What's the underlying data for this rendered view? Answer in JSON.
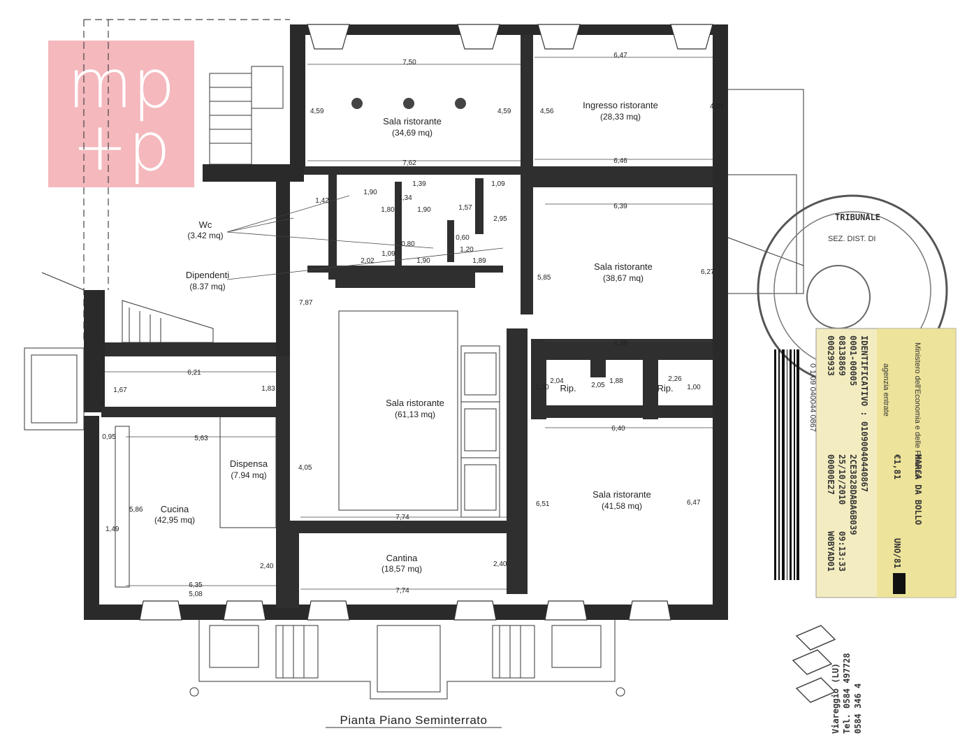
{
  "caption": "Pianta Piano Seminterrato",
  "logo": {
    "line1": "mp",
    "line2": "+p",
    "color": "#f4b8bd"
  },
  "rooms": [
    {
      "id": "sala-ristorante-1",
      "label": "Sala ristorante",
      "area": "(34,69 mq)"
    },
    {
      "id": "ingresso-ristorante",
      "label": "Ingresso ristorante",
      "area": "(28,33 mq)"
    },
    {
      "id": "wc",
      "label": "Wc",
      "area": "(3.42 mq)"
    },
    {
      "id": "dipendenti",
      "label": "Dipendenti",
      "area": "(8.37 mq)"
    },
    {
      "id": "sala-ristorante-2",
      "label": "Sala ristorante",
      "area": "(38,67 mq)"
    },
    {
      "id": "sala-ristorante-3",
      "label": "Sala ristorante",
      "area": "(61,13 mq)"
    },
    {
      "id": "dispensa",
      "label": "Dispensa",
      "area": "(7.94 mq)"
    },
    {
      "id": "cucina",
      "label": "Cucina",
      "area": "(42,95 mq)"
    },
    {
      "id": "sala-ristorante-4",
      "label": "Sala ristorante",
      "area": "(41,58 mq)"
    },
    {
      "id": "cantina",
      "label": "Cantina",
      "area": "(18,57 mq)"
    },
    {
      "id": "rip-1",
      "label": "Rip.",
      "area": ""
    },
    {
      "id": "rip-2",
      "label": "Rip.",
      "area": ""
    }
  ],
  "dimensions": [
    "7,50",
    "6,47",
    "4,59",
    "4,59",
    "4,56",
    "4,22",
    "7,62",
    "6,46",
    "1,90",
    "1,39",
    "1,09",
    "1,42",
    "1,34",
    "1,80",
    "1,90",
    "1,57",
    "2,95",
    "6,39",
    "0,60",
    "1,09",
    "0,80",
    "1,20",
    "2,02",
    "1,90",
    "1,89",
    "5,85",
    "6,27",
    "7,87",
    "6,39",
    "6,21",
    "1,67",
    "1,83",
    "2,04",
    "2,05",
    "1,88",
    "2,26",
    "1,00",
    "1,00",
    "0,95",
    "5,63",
    "6,40",
    "4,05",
    "5,86",
    "6,51",
    "6,47",
    "7,74",
    "1,49",
    "2,40",
    "2,40",
    "6,35",
    "5,08",
    "7,74"
  ],
  "tax_stamp": {
    "title": "MARCA DA BOLLO",
    "value": "€1,81",
    "ministry": "Ministero dell'Economia e delle Finanze",
    "issuer": "agenzia entrate",
    "fraction": "UNO/81",
    "codes": [
      "00029933",
      "00000E27",
      "W0BYAD01",
      "08138869",
      "25/10/2010",
      "09:13:33",
      "0001-00005",
      "2CE3828DABA6B039",
      "IDENTIFICATIVO : 01090040440867"
    ],
    "barcode_number": "0 1 09 040044 0867"
  },
  "court_stamp": {
    "text": "TRIBUNALE",
    "sub": "SEZ. DIST. DI"
  },
  "rubber_stamp": {
    "line1": "Viareggio (LU)",
    "line2": "Tel. 0584 497728",
    "line3": "0584 346 4"
  }
}
